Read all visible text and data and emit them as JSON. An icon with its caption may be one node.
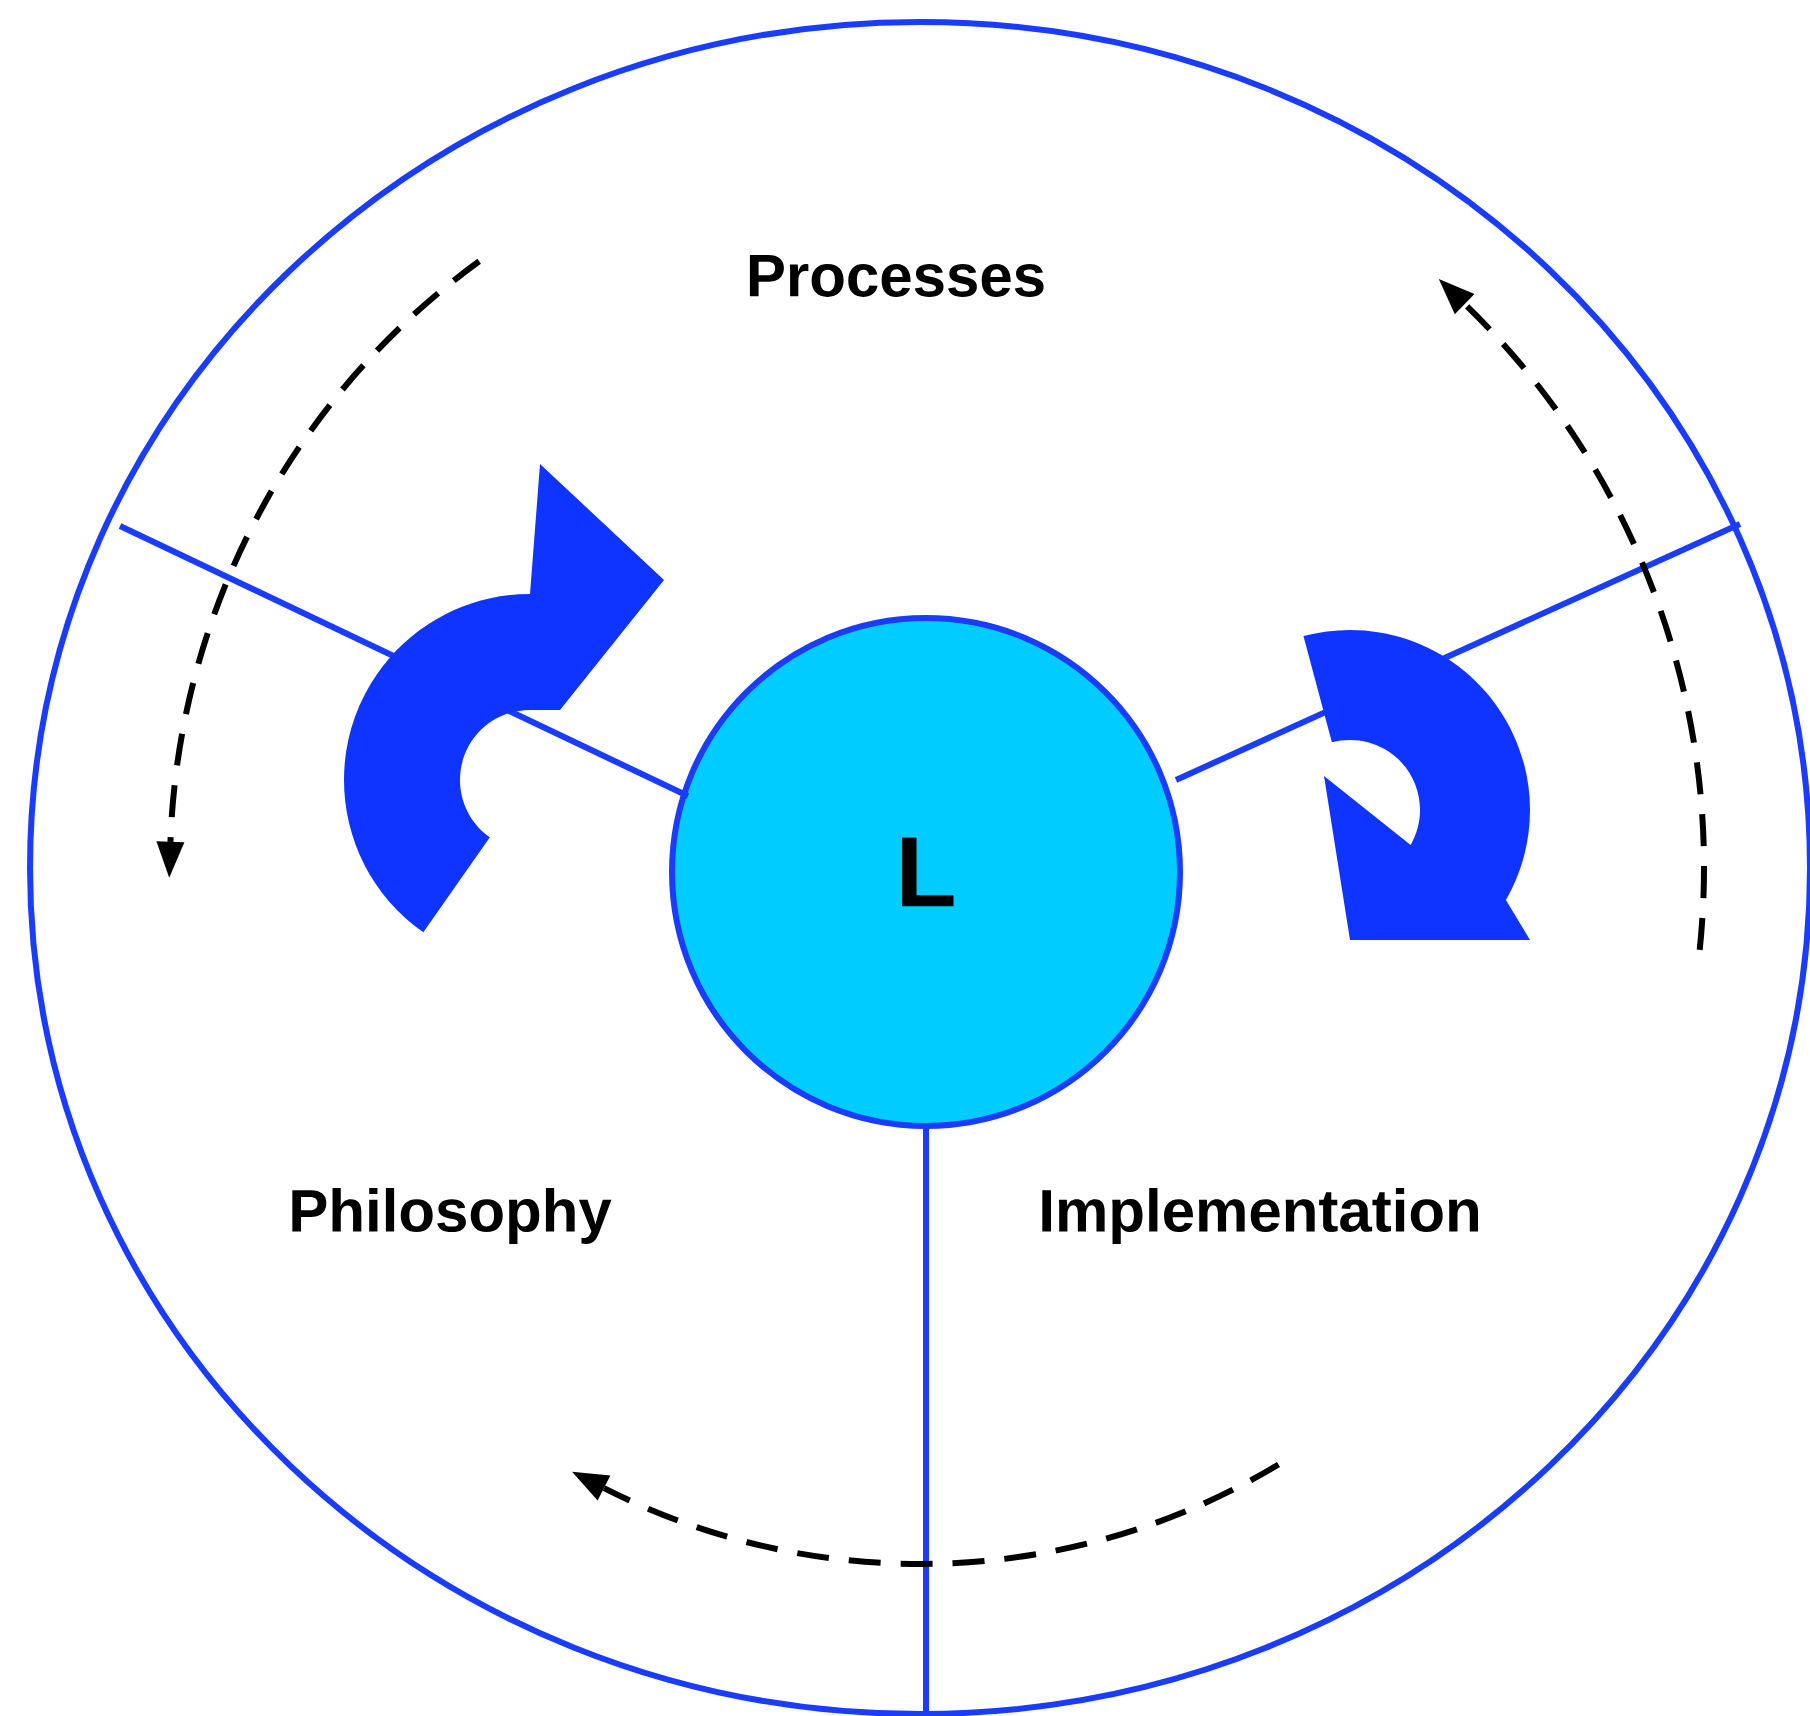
{
  "diagram": {
    "nodes": [
      {
        "text": [],
        "shape": "circle"
      },
      {
        "text": [
          "L"
        ],
        "in": 0
      }
    ],
    "labels": [
      "Processes",
      "Philosophy",
      "Implementation"
    ]
  }
}
